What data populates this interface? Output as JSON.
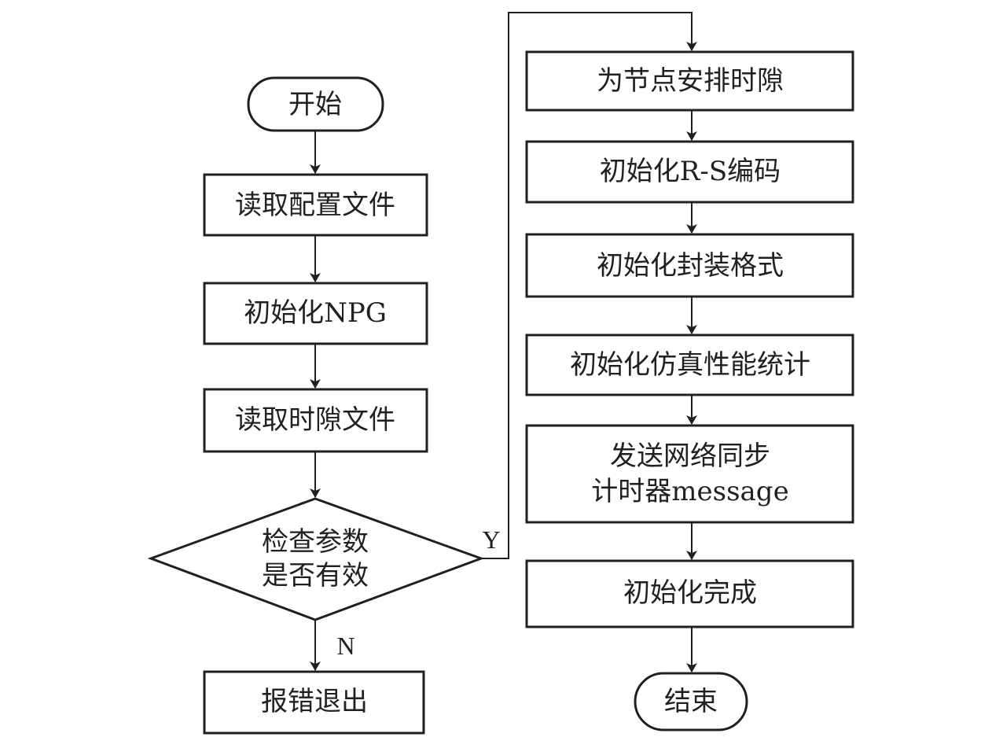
{
  "flowchart": {
    "nodes": {
      "start": "开始",
      "read_config": "读取配置文件",
      "init_npg": "初始化NPG",
      "read_slot": "读取时隙文件",
      "check_params_line1": "检查参数",
      "check_params_line2": "是否有效",
      "error_exit": "报错退出",
      "assign_slots": "为节点安排时隙",
      "init_rs": "初始化R-S编码",
      "init_packet": "初始化封装格式",
      "init_stats": "初始化仿真性能统计",
      "send_sync_line1": "发送网络同步",
      "send_sync_line2": "计时器message",
      "init_done": "初始化完成",
      "end": "结束"
    },
    "branches": {
      "yes": "Y",
      "no": "N"
    }
  }
}
